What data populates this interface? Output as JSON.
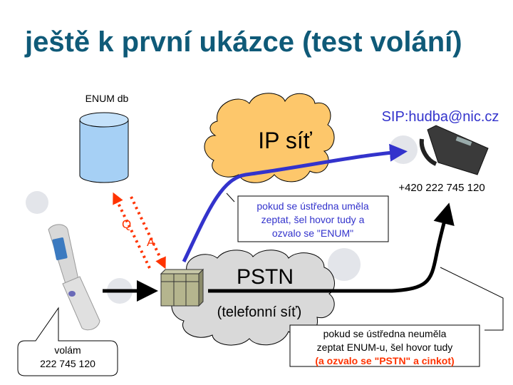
{
  "title": "ještě k první ukázce (test volání)",
  "enum_db": {
    "label": "ENUM db",
    "query_label": "Q",
    "answer_label": "A"
  },
  "caller": {
    "callout_line1": "volám",
    "callout_line2": "222 745 120"
  },
  "ip_network": {
    "label": "IP síť"
  },
  "pstn": {
    "label": "PSTN",
    "sublabel": "(telefonní síť)"
  },
  "destination": {
    "sip_uri": "SIP:hudba@nic.cz",
    "phone_number": "+420 222 745 120"
  },
  "enum_note": {
    "line1": "pokud se ústředna uměla",
    "line2": "zeptat, šel hovor tudy a",
    "line3": "ozvalo se \"ENUM\""
  },
  "pstn_note": {
    "line1": "pokud se ústředna neuměla",
    "line2": "zeptat ENUM-u, šel hovor tudy",
    "line3": "(a ozvalo se \"PSTN\" a cinkot)"
  },
  "colors": {
    "title": "#0f5a78",
    "ip_path": "#3333cc",
    "enum_query": "#ff3300",
    "ip_cloud": "#fdc76b",
    "pstn_cloud": "#d9d9d9",
    "database": "#a6d0f5",
    "note_highlight": "#ff3300"
  }
}
